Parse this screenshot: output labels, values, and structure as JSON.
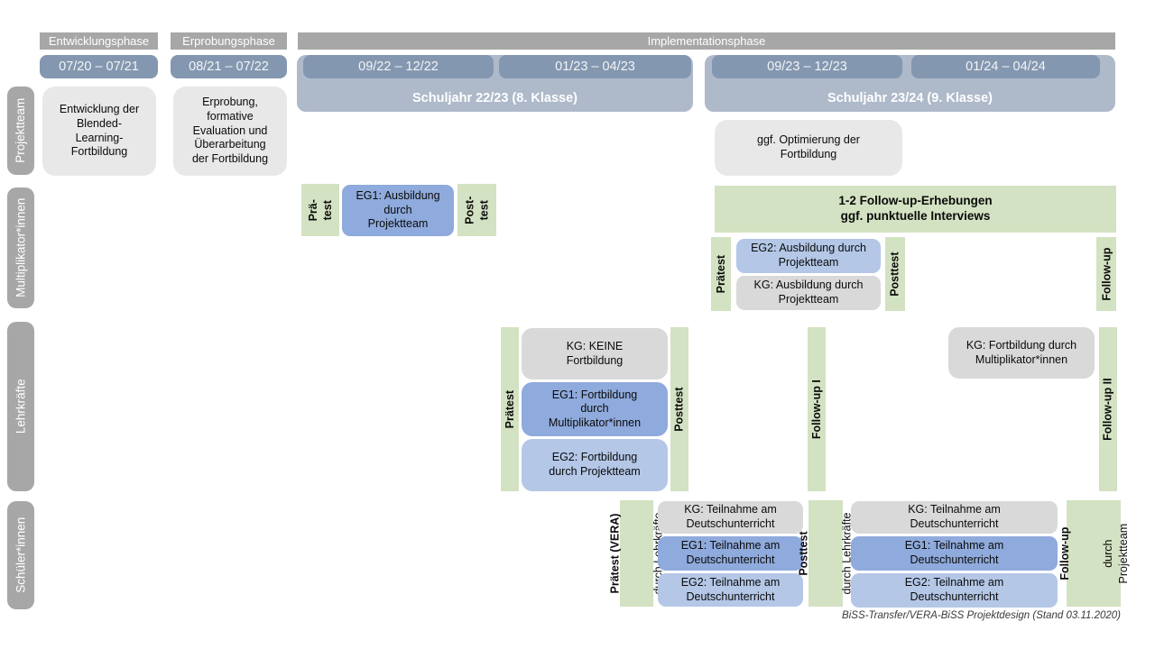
{
  "colors": {
    "gray_bar": "#a7a7a7",
    "gray_box": "#e9e8e8",
    "slate": "#8497b0",
    "slate_light": "#aeb9ca",
    "green": "#d3e2c2",
    "eg1": "#8faadc",
    "eg2": "#b4c7e7",
    "kg": "#d9d9d9"
  },
  "phases": {
    "entwicklung": "Entwicklungsphase",
    "erprobung": "Erprobungsphase",
    "implementation": "Implementationsphase"
  },
  "periods": {
    "p1": "07/20 – 07/21",
    "p2": "08/21 – 07/22",
    "p3": "09/22 – 12/22",
    "p4": "01/23 – 04/23",
    "p5": "09/23 – 12/23",
    "p6": "01/24 – 04/24"
  },
  "school_years": {
    "sy1": "Schuljahr 22/23 (8. Klasse)",
    "sy2": "Schuljahr 23/24 (9. Klasse)"
  },
  "row_labels": {
    "projektteam": "Projektteam",
    "multiplikatoren": "Multiplikator*innen",
    "lehrkraefte": "Lehrkräfte",
    "schueler": "Schüler*innen"
  },
  "projektteam": {
    "entwicklung": "Entwicklung der\nBlended-\nLearning-\nFortbildung",
    "erprobung": "Erprobung,\nformative\nEvaluation und\nÜberarbeitung\nder Fortbildung",
    "optimierung": "ggf. Optimierung der\nFortbildung"
  },
  "multiplikatoren": {
    "praetest_short": "Prä-\ntest",
    "eg1": "EG1: Ausbildung\ndurch\nProjektteam",
    "posttest_short": "Post-\ntest",
    "followup_box": "1-2 Follow-up-Erhebungen\nggf. punktuelle Interviews",
    "praetest": "Prätest",
    "eg2": "EG2: Ausbildung durch\nProjektteam",
    "kg": "KG: Ausbildung durch\nProjektteam",
    "posttest": "Posttest",
    "followup": "Follow-up"
  },
  "lehrkraefte": {
    "praetest": "Prätest",
    "kg_keine": "KG: KEINE\nFortbildung",
    "eg1": "EG1: Fortbildung\ndurch\nMultiplikator*innen",
    "eg2": "EG2: Fortbildung\ndurch Projektteam",
    "posttest": "Posttest",
    "followup1": "Follow-up I",
    "kg_fortbildung": "KG: Fortbildung durch\nMultiplikator*innen",
    "followup2": "Follow-up II"
  },
  "schueler": {
    "praetest_title": "Prätest (VERA)",
    "praetest_sub": "durch Lehrkräfte",
    "kg": "KG: Teilnahme am\nDeutschunterricht",
    "eg1": "EG1: Teilnahme am\nDeutschunterricht",
    "eg2": "EG2: Teilnahme am\nDeutschunterricht",
    "posttest_title": "Posttest",
    "posttest_sub": "durch Lehrkräfte",
    "kg2": "KG: Teilnahme am\nDeutschunterricht",
    "eg1b": "EG1: Teilnahme am\nDeutschunterricht",
    "eg2b": "EG2: Teilnahme am\nDeutschunterricht",
    "followup_title": "Follow-up",
    "followup_sub": "durch\nProjektteam"
  },
  "footnote": "BiSS-Transfer/VERA-BiSS Projektdesign (Stand 03.11.2020)"
}
